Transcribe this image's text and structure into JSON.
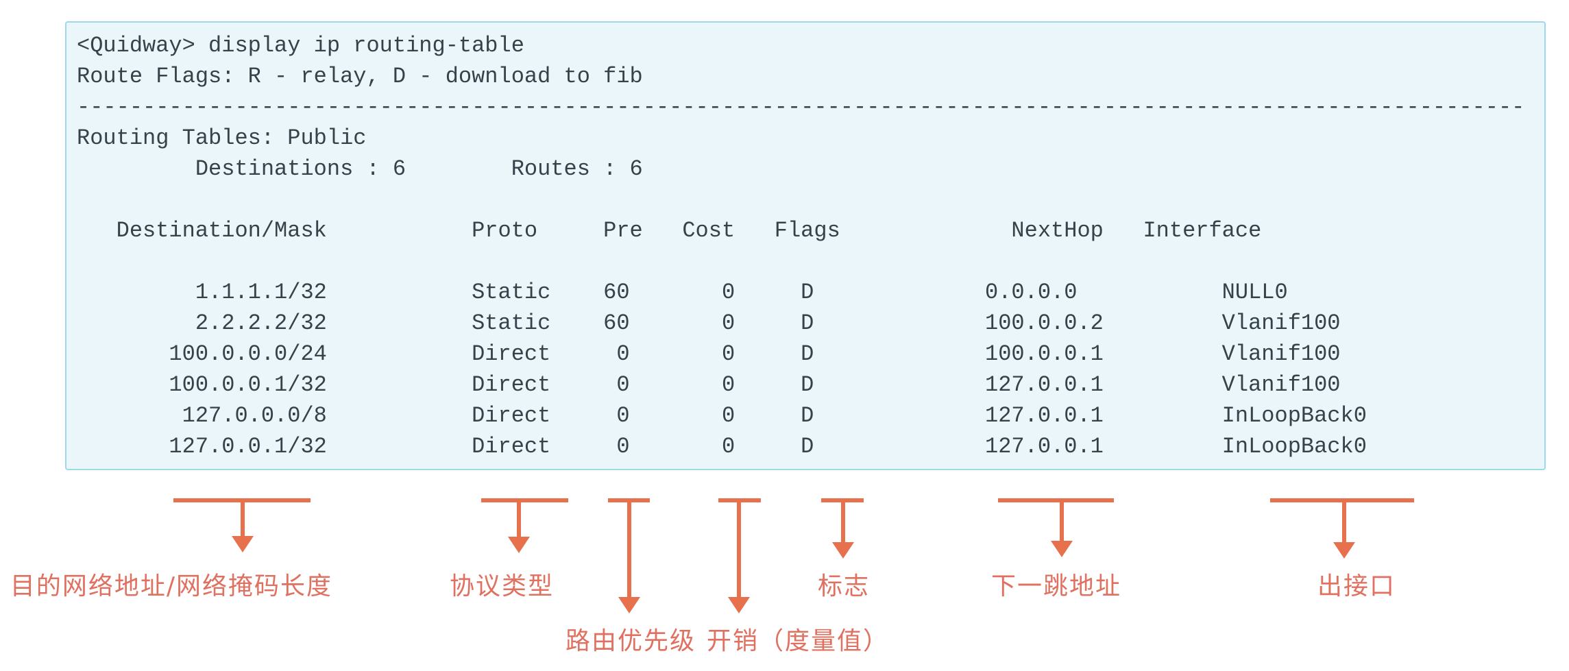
{
  "page": {
    "background": "#ffffff"
  },
  "terminal": {
    "colors": {
      "background": "#eaf6fa",
      "border": "#9fd8ea",
      "text": "#35424a"
    },
    "command": "<Quidway> display ip routing-table",
    "flags_legend": "Route Flags: R - relay, D - download to fib",
    "separator": {
      "char": "-",
      "count": 110
    },
    "routing_tables": "Routing Tables: Public",
    "summary": {
      "destinations_label": "Destinations",
      "destinations": "6",
      "routes_label": "Routes",
      "routes": "6"
    },
    "table": {
      "headers": [
        "Destination/Mask",
        "Proto",
        "Pre",
        "Cost",
        "Flags",
        "NextHop",
        "Interface"
      ],
      "rows": [
        [
          "1.1.1.1/32",
          "Static",
          "60",
          "0",
          "D",
          "0.0.0.0",
          "NULL0"
        ],
        [
          "2.2.2.2/32",
          "Static",
          "60",
          "0",
          "D",
          "100.0.0.2",
          "Vlanif100"
        ],
        [
          "100.0.0.0/24",
          "Direct",
          "0",
          "0",
          "D",
          "100.0.0.1",
          "Vlanif100"
        ],
        [
          "100.0.0.1/32",
          "Direct",
          "0",
          "0",
          "D",
          "127.0.0.1",
          "Vlanif100"
        ],
        [
          "127.0.0.0/8",
          "Direct",
          "0",
          "0",
          "D",
          "127.0.0.1",
          "InLoopBack0"
        ],
        [
          "127.0.0.1/32",
          "Direct",
          "0",
          "0",
          "D",
          "127.0.0.1",
          "InLoopBack0"
        ]
      ]
    }
  },
  "annotations": {
    "colors": {
      "arrow": "#e7714c",
      "label": "#e0705f"
    },
    "items": [
      {
        "label": "目的网络地址/网络掩码长度",
        "column": "Destination/Mask"
      },
      {
        "label": "协议类型",
        "column": "Proto"
      },
      {
        "label": "路由优先级",
        "column": "Pre"
      },
      {
        "label": "开销（度量值）",
        "column": "Cost"
      },
      {
        "label": "标志",
        "column": "Flags"
      },
      {
        "label": "下一跳地址",
        "column": "NextHop"
      },
      {
        "label": "出接口",
        "column": "Interface"
      }
    ]
  }
}
